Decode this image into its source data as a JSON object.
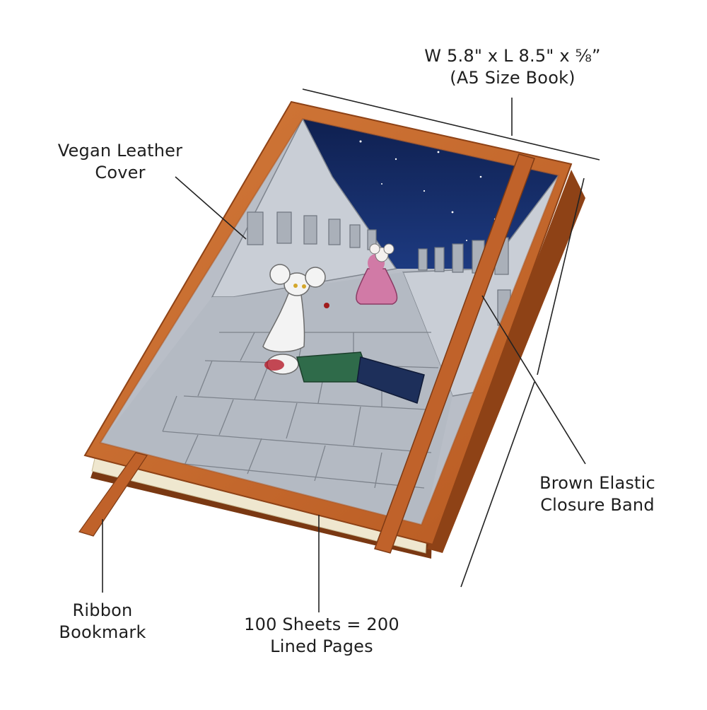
{
  "annotations": {
    "dimensions": {
      "line1": "W 5.8\" x L 8.5\" x ⅝”",
      "line2": "(A5 Size Book)"
    },
    "cover": {
      "line1": "Vegan Leather",
      "line2": "Cover"
    },
    "closure": {
      "line1": "Brown Elastic",
      "line2": "Closure Band"
    },
    "ribbon": {
      "line1": "Ribbon",
      "line2": "Bookmark"
    },
    "pages": {
      "line1": "100 Sheets = 200",
      "line2": "Lined Pages"
    }
  },
  "colors": {
    "leather": "#c96a2c",
    "leather_dark": "#8e4216",
    "pages": "#efe7cf",
    "night_sky": "#12265e",
    "street_stone": "#b9bec7",
    "elastic_band": "#c0622a",
    "mouse_dress": "#d17aa6",
    "jacket": "#2f6b4a",
    "trousers": "#1d2f5a"
  }
}
